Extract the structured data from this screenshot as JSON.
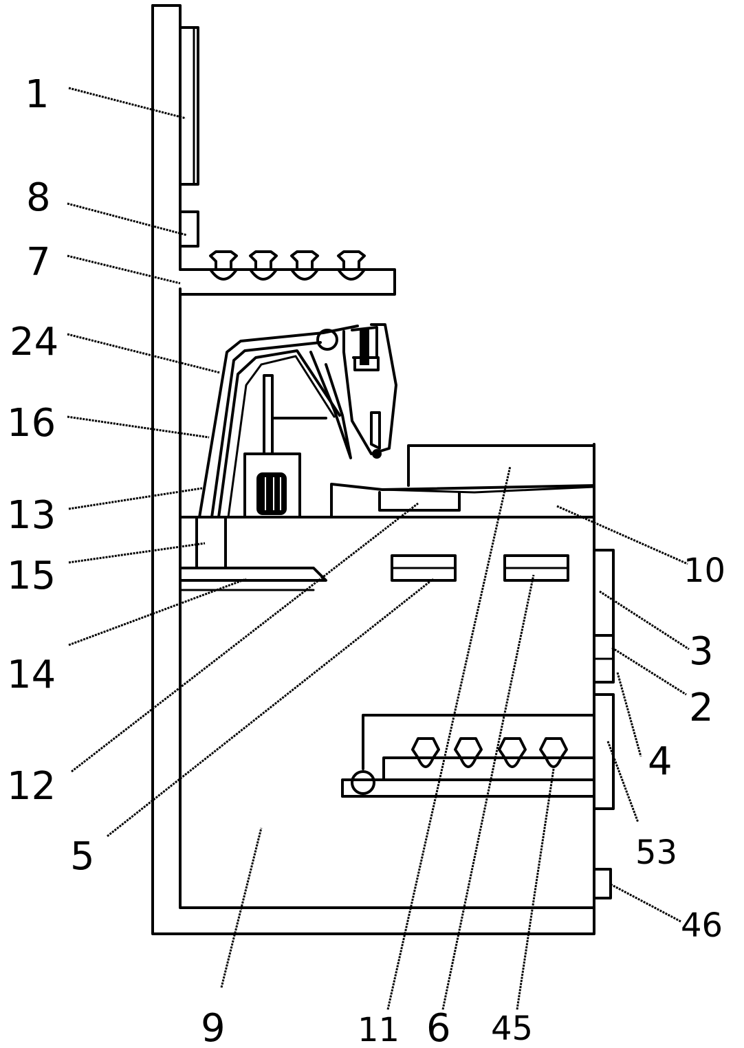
{
  "labels": {
    "l1": "1",
    "l8": "8",
    "l7": "7",
    "l24": "24",
    "l16": "16",
    "l13": "13",
    "l15": "15",
    "l14": "14",
    "l12": "12",
    "l5": "5",
    "l9": "9",
    "l11": "11",
    "l6": "6",
    "l45": "45",
    "l10": "10",
    "l3": "3",
    "l2": "2",
    "l4": "4",
    "l53": "53",
    "l46": "46"
  }
}
